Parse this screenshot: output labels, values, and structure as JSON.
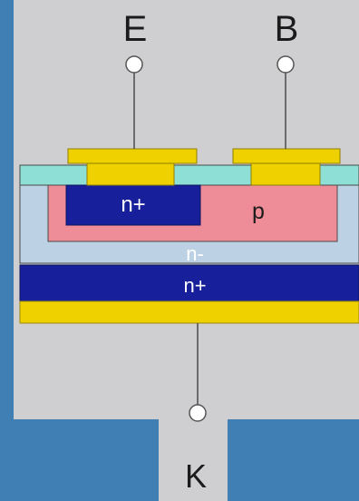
{
  "terminals": {
    "emitter": "E",
    "base": "B",
    "cathode": "K"
  },
  "regions": {
    "n_plus_emitter": "n+",
    "p_base": "p",
    "n_minus_drift": "n-",
    "n_plus_substrate": "n+"
  },
  "colors": {
    "background_blue": "#3f7fb4",
    "panel_gray": "#cfcfd1",
    "metal_yellow": "#efd100",
    "oxide_cyan": "#8ee0d7",
    "p_region": "#ee8c97",
    "n_plus": "#17209a",
    "n_minus": "#bdd1e4",
    "outline": "#4a4a4a"
  }
}
